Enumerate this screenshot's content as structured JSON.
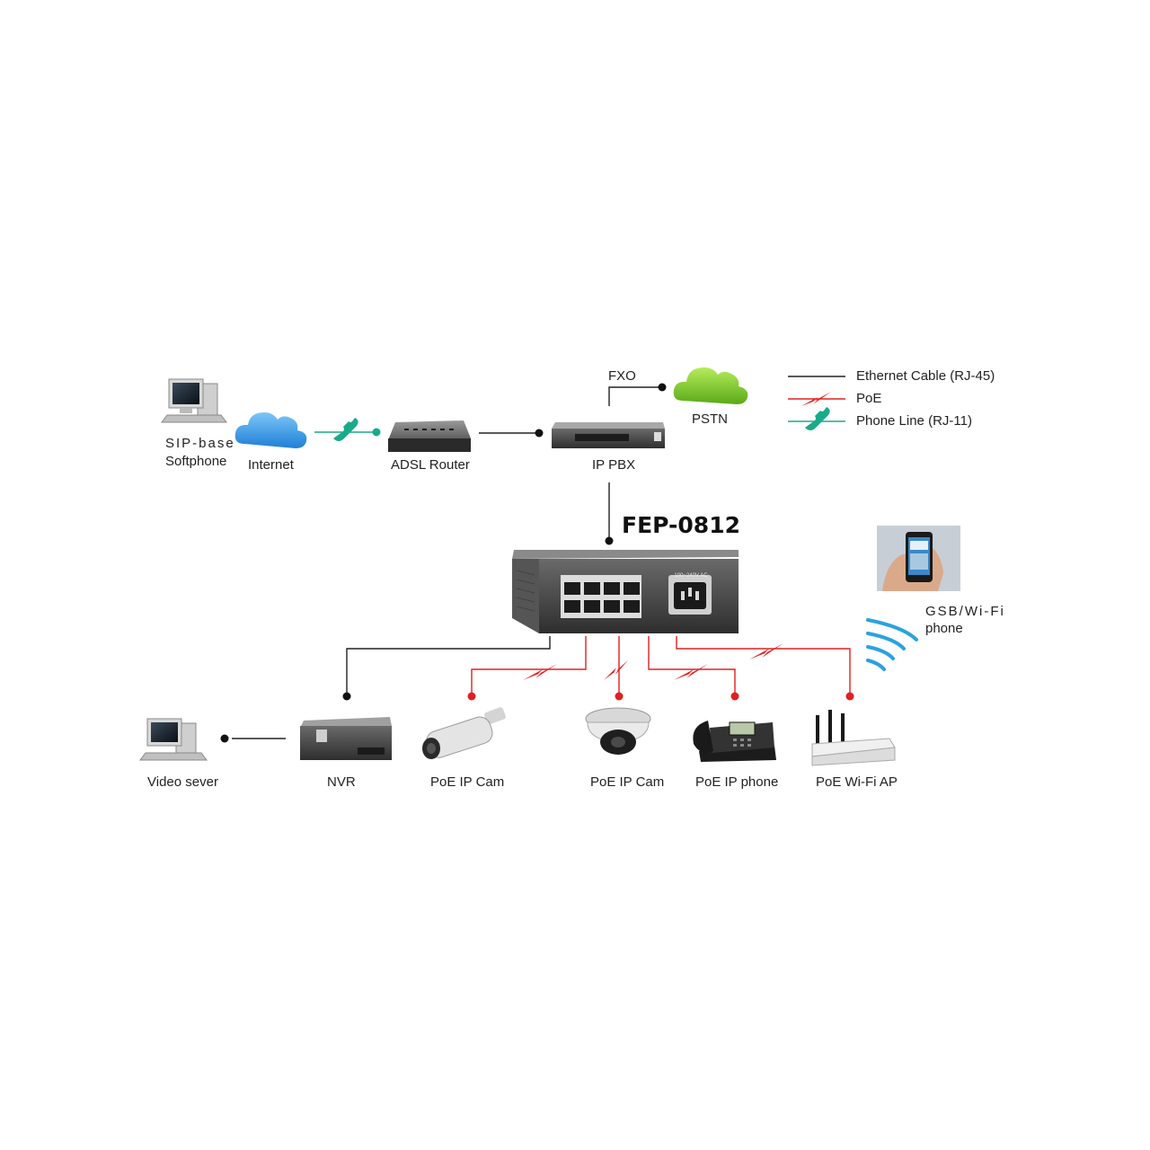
{
  "title": "FEP-0812",
  "nodes": {
    "softphone": "SIP-base Softphone",
    "softphone_line1": "SIP-base",
    "softphone_line2": "Softphone",
    "internet": "Internet",
    "adsl_router": "ADSL Router",
    "ip_pbx": "IP PBX",
    "fxo": "FXO",
    "pstn": "PSTN",
    "gsm_phone_line1": "GSB/Wi-Fi",
    "gsm_phone_line2": "phone",
    "video_server": "Video sever",
    "nvr": "NVR",
    "poe_ip_cam_1": "PoE IP Cam",
    "poe_ip_cam_2": "PoE IP Cam",
    "poe_ip_phone": "PoE IP phone",
    "poe_wifi_ap": "PoE Wi-Fi AP"
  },
  "switch": {
    "power_label": "100~240V AC"
  },
  "legend": [
    {
      "label": "Ethernet Cable (RJ-45)",
      "color": "#222222"
    },
    {
      "label": "PoE",
      "color": "#e02020"
    },
    {
      "label": "Phone Line (RJ-11)",
      "color": "#1aaa8a"
    }
  ],
  "colors": {
    "ethernet": "#222222",
    "poe": "#e02020",
    "phone": "#1aaa8a",
    "cloud_blue": "#2a8fe0",
    "cloud_green": "#7cc828",
    "wifi": "#2aa2e0"
  }
}
